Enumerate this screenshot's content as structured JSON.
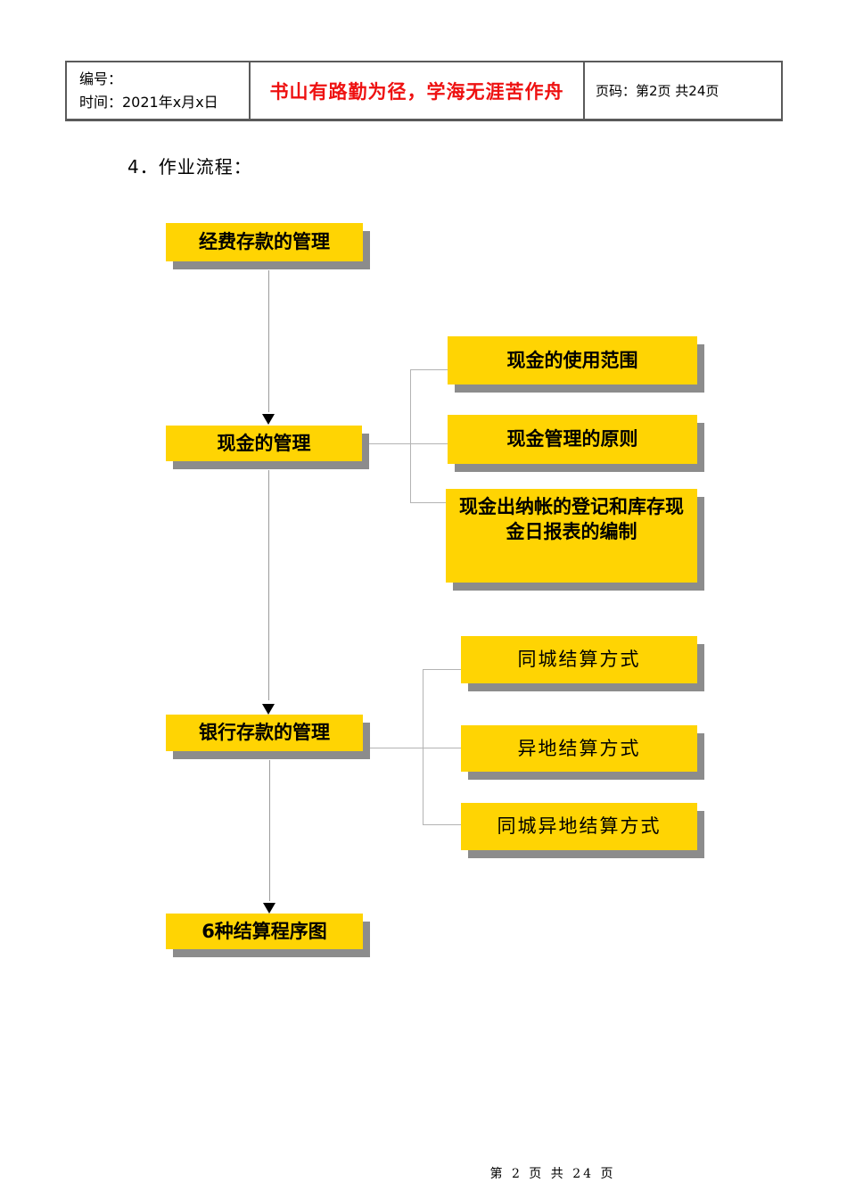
{
  "header": {
    "number_label": "编号：",
    "date_line": "时间：2021年x月x日",
    "motto": "书山有路勤为径，学海无涯苦作舟",
    "motto_color": "#EE1111",
    "page_info": "页码：第2页 共24页"
  },
  "section_title": "4．作业流程：",
  "flowchart": {
    "colors": {
      "node_fill": "#FFD403",
      "node_shadow": "#8C8C8C",
      "connector_line": "#9C9C9C",
      "arrow": "#000000"
    },
    "main_nodes": [
      {
        "label": "经费存款的管理"
      },
      {
        "label": "现金的管理"
      },
      {
        "label": "银行存款的管理"
      },
      {
        "label": "6种结算程序图"
      }
    ],
    "cash_branches": [
      {
        "label": "现金的使用范围"
      },
      {
        "label": "现金管理的原则"
      },
      {
        "label": "现金出纳帐的登记和库存现金日报表的编制"
      }
    ],
    "bank_branches": [
      {
        "label": "同城结算方式"
      },
      {
        "label": "异地结算方式"
      },
      {
        "label": "同城异地结算方式"
      }
    ]
  },
  "footer": {
    "page_text": "第 2 页 共 24 页"
  }
}
